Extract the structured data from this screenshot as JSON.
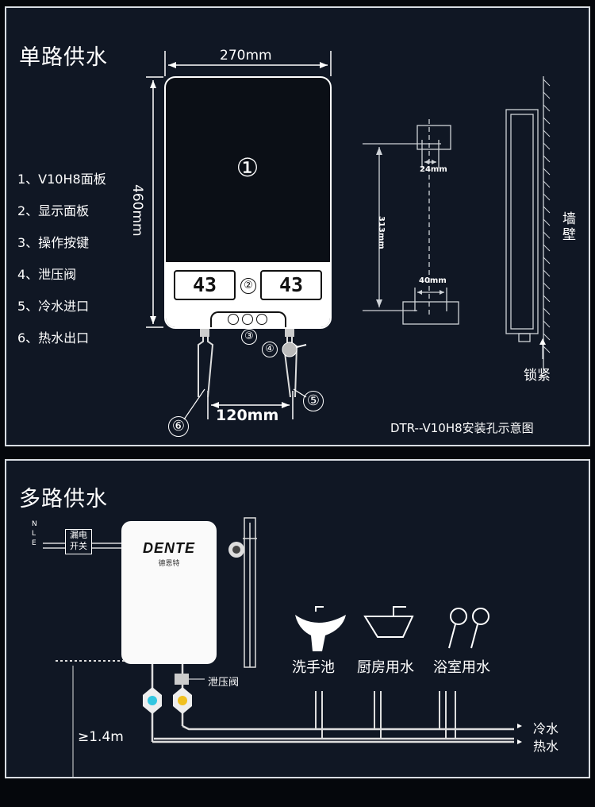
{
  "section1": {
    "title": "单路供水",
    "parts": [
      "1、V10H8面板",
      "2、显示面板",
      "3、操作按键",
      "4、泄压阀",
      "5、冷水进口",
      "6、热水出口"
    ],
    "width_dim": "270mm",
    "height_dim": "460mm",
    "pipe_dim": "120mm",
    "panel_num": "①",
    "display_num": "②",
    "key_num": "③",
    "valve_num": "④",
    "cold_num": "⑤",
    "hot_num": "⑥",
    "display_left": "43",
    "display_right": "43",
    "hole_top_dim": "24mm",
    "hole_bottom_dim": "40mm",
    "hole_span_dim": "313mm",
    "wall_label": "墙壁",
    "lock_label": "锁紧",
    "caption": "DTR--V10H8安装孔示意图"
  },
  "section2": {
    "title": "多路供水",
    "nle": [
      "N",
      "L",
      "E"
    ],
    "switch_label_1": "漏电",
    "switch_label_2": "开关",
    "logo": "DENTE",
    "logo_sub": "德恩特",
    "valve_label": "泄压阀",
    "height_label": "≥1.4m",
    "fixtures": [
      "洗手池",
      "厨房用水",
      "浴室用水"
    ],
    "cold_label": "冷水",
    "hot_label": "热水"
  },
  "colors": {
    "background": "#101724",
    "cold_valve": "#33c6e0",
    "hot_valve": "#f0c020"
  }
}
